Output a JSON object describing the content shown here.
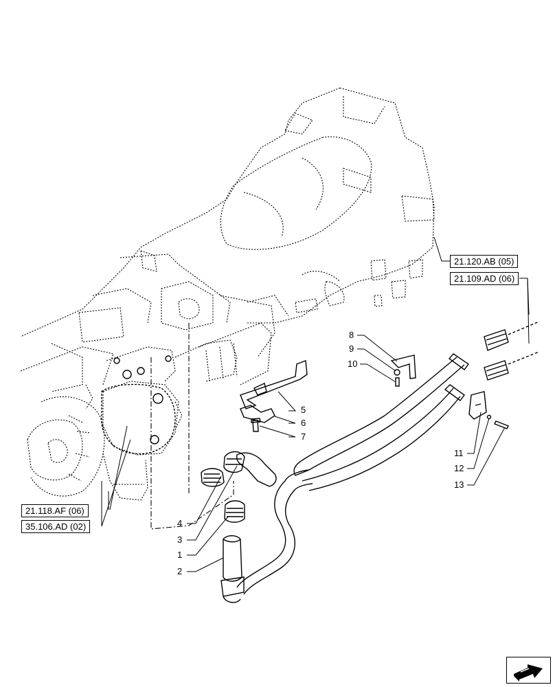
{
  "reference_labels": [
    {
      "id": "ref-21-120-ab",
      "text": "21.120.AB (05)"
    },
    {
      "id": "ref-21-109-ad",
      "text": "21.109.AD (06)"
    },
    {
      "id": "ref-21-118-af",
      "text": "21.118.AF (06)"
    },
    {
      "id": "ref-35-106-ad",
      "text": "35.106.AD (02)"
    }
  ],
  "callouts": {
    "c1": "1",
    "c2": "2",
    "c3": "3",
    "c4": "4",
    "c5": "5",
    "c6": "6",
    "c7": "7",
    "c8": "8",
    "c9": "9",
    "c10": "10",
    "c11": "11",
    "c12": "12",
    "c13": "13"
  },
  "icons": {
    "navigation": "next-page-arrow-icon"
  }
}
